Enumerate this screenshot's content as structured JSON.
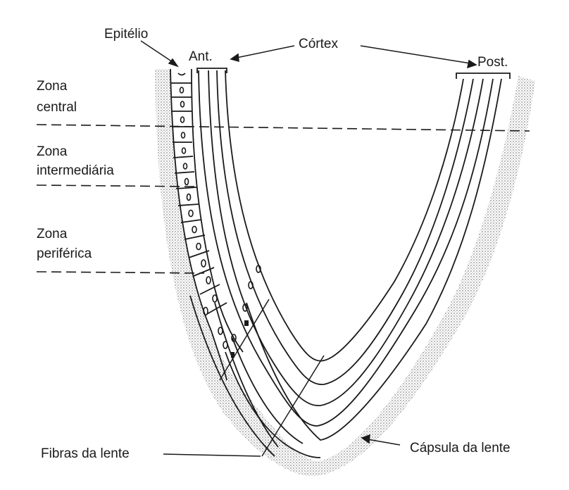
{
  "labels": {
    "epitelio": "Epitélio",
    "ant": "Ant.",
    "cortex": "Córtex",
    "post": "Post.",
    "zona_central_1": "Zona",
    "zona_central_2": "central",
    "zona_inter_1": "Zona",
    "zona_inter_2": "intermediária",
    "zona_perif_1": "Zona",
    "zona_perif_2": "periférica",
    "fibras": "Fibras da lente",
    "capsula": "Cápsula da lente"
  },
  "colors": {
    "ink": "#1a1a1a",
    "capsule_stipple": "#9a9a9a"
  }
}
